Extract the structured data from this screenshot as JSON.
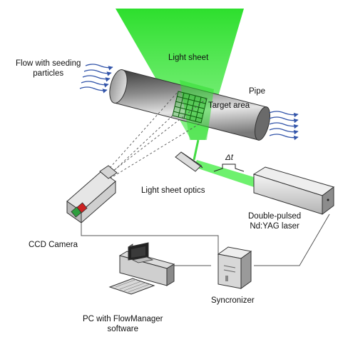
{
  "labels": {
    "flow": [
      "Flow with seeding",
      "particles"
    ],
    "light_sheet": "Light sheet",
    "pipe": "Pipe",
    "target_area": "Target area",
    "delta_t": "Δt",
    "light_sheet_optics": "Light sheet optics",
    "laser": [
      "Double-pulsed",
      "Nd:YAG laser"
    ],
    "ccd_camera": "CCD Camera",
    "synchronizer": "Syncronizer",
    "pc": [
      "PC with FlowManager",
      "software"
    ]
  },
  "colors": {
    "sheet": "#33dd33",
    "beam": "#66ee66",
    "pipe_dark": "#4a4a4a",
    "pipe_light": "#d8d8d8",
    "arrows": "#3355aa",
    "grid": "#0a6a0a",
    "camera_green": "#2e9e3e",
    "camera_red": "#cc2222"
  },
  "icons": [
    "flow-arrows-icon",
    "camera-icon",
    "laser-icon",
    "computer-icon",
    "synchronizer-icon",
    "lens-icon"
  ]
}
